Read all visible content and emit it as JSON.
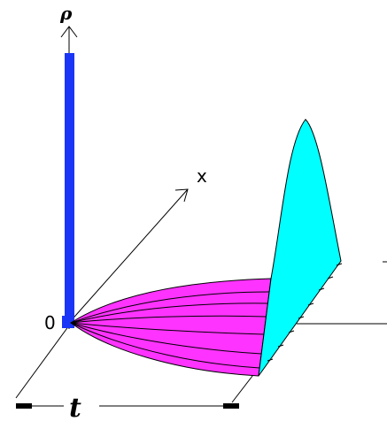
{
  "labels": {
    "rho": "ρ",
    "x": "x",
    "origin": "0",
    "t": "t"
  },
  "colors": {
    "background": "#ffffff",
    "axis": "#000000",
    "rho_axis": "#1a35f5",
    "magenta_surface": "#ff33ff",
    "cyan_surface": "#00ffff",
    "outline": "#000000"
  }
}
